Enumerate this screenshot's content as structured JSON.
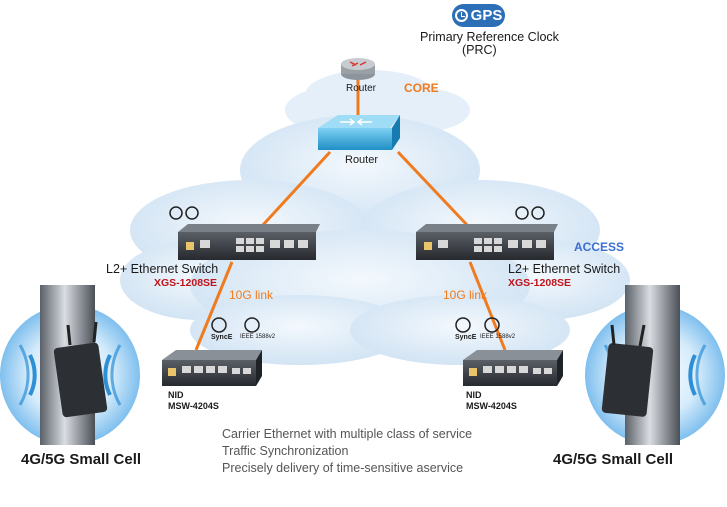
{
  "gps": {
    "badge": "GPS",
    "title_line1": "Primary Reference Clock",
    "title_line2": "(PRC)"
  },
  "core": {
    "top_router_label": "Router",
    "core_label": "CORE",
    "main_router_label": "Router"
  },
  "access_label": "ACCESS",
  "left_switch": {
    "label": "L2+ Ethernet Switch",
    "model": "XGS-1208SE",
    "link": "10G link"
  },
  "right_switch": {
    "label": "L2+ Ethernet Switch",
    "model": "XGS-1208SE",
    "link": "10G link"
  },
  "left_nid": {
    "name": "NID",
    "model": "MSW-4204S"
  },
  "right_nid": {
    "name": "NID",
    "model": "MSW-4204S"
  },
  "badges": {
    "synce": "SyncE",
    "ieee": "IEEE 1588v2"
  },
  "small_cell": {
    "left_label": "4G/5G Small Cell",
    "right_label": "4G/5G Small Cell"
  },
  "features": [
    "Carrier Ethernet with multiple class of service",
    "Traffic Synchronization",
    "Precisely delivery of time-sensitive aservice"
  ],
  "colors": {
    "link_orange": "#f07b1e",
    "model_red": "#c0141c",
    "access_blue": "#3b6fd0",
    "gps_blue": "#2c6fb7",
    "cloud": "#dbe9f6"
  }
}
